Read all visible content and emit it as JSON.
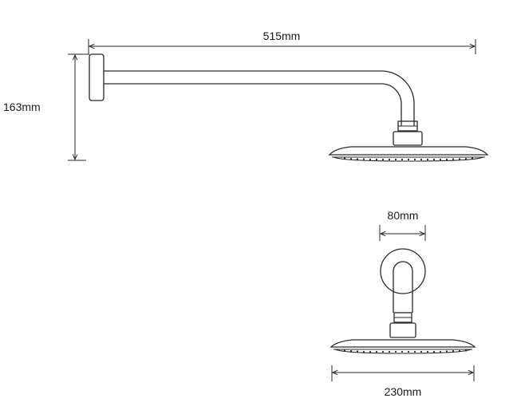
{
  "dimensions": {
    "arm_length": "515mm",
    "drop_height": "163mm",
    "flange_diameter": "80mm",
    "head_diameter": "230mm"
  },
  "colors": {
    "line": "#2a2a2a",
    "background": "#ffffff"
  }
}
